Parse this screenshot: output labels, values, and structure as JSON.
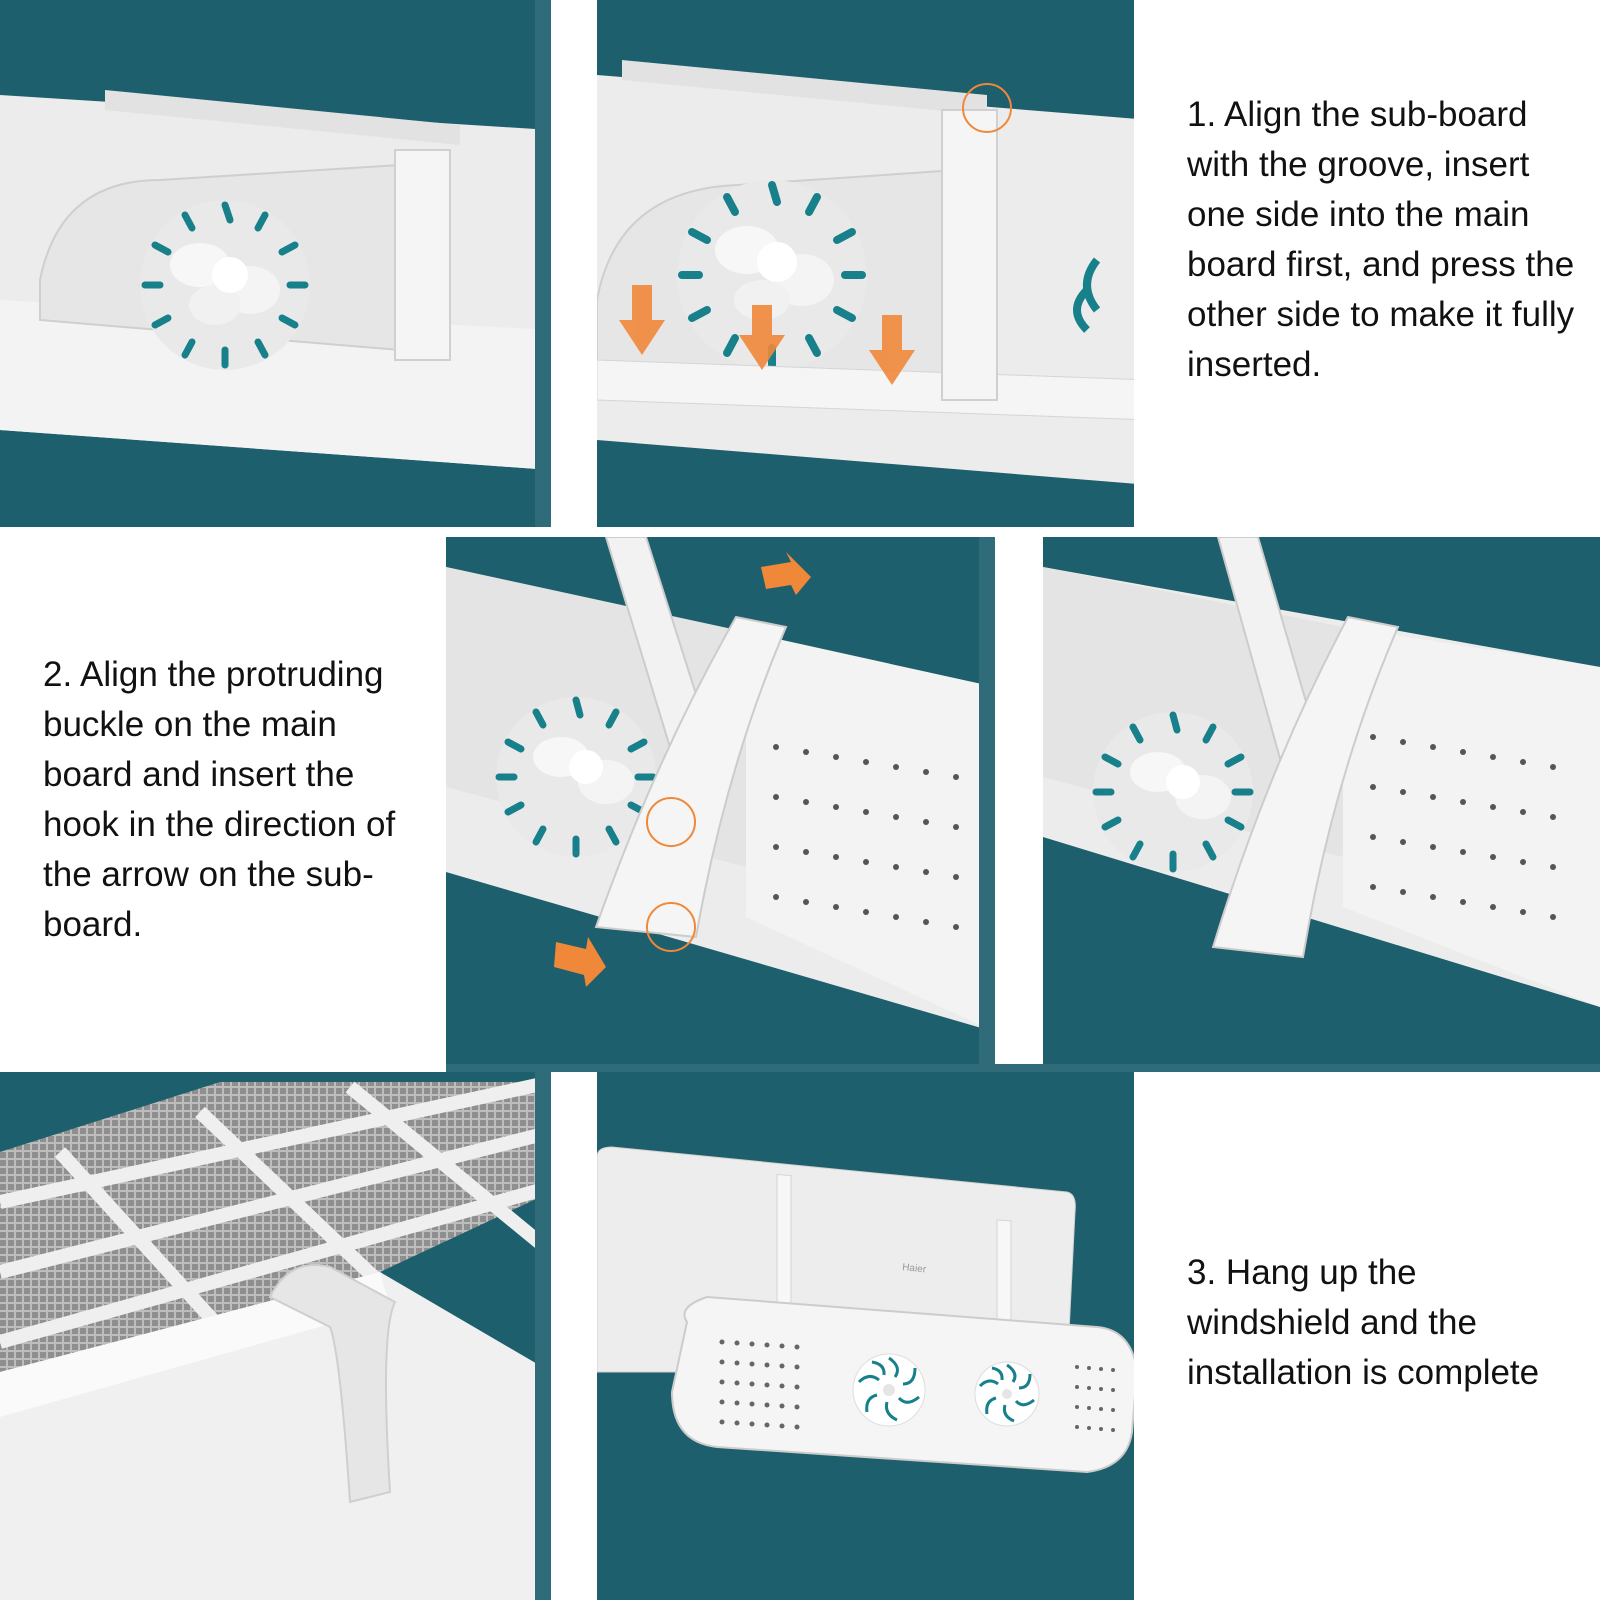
{
  "colors": {
    "teal_background": "#1d5f6c",
    "divider": "#2f6b78",
    "accent_orange": "#f0883a",
    "fan_teal": "#17808a",
    "board_white": "#eeeeee"
  },
  "steps": [
    {
      "text": "1. Align the sub-board with the groove, insert one side into the main board first, and press the other side to make it fully inserted."
    },
    {
      "text": "2. Align the protruding buckle on the main board and insert the hook in the direction of the arrow on the sub-board."
    },
    {
      "text": "3. Hang up the windshield and the installation is complete"
    }
  ],
  "ac_unit": {
    "brand_label": "Haier"
  },
  "icons": {
    "separator": "right-arrow-icon",
    "direction": "orange-arrow-icon",
    "highlight": "circle-highlight-icon",
    "fan": "fan-icon"
  }
}
